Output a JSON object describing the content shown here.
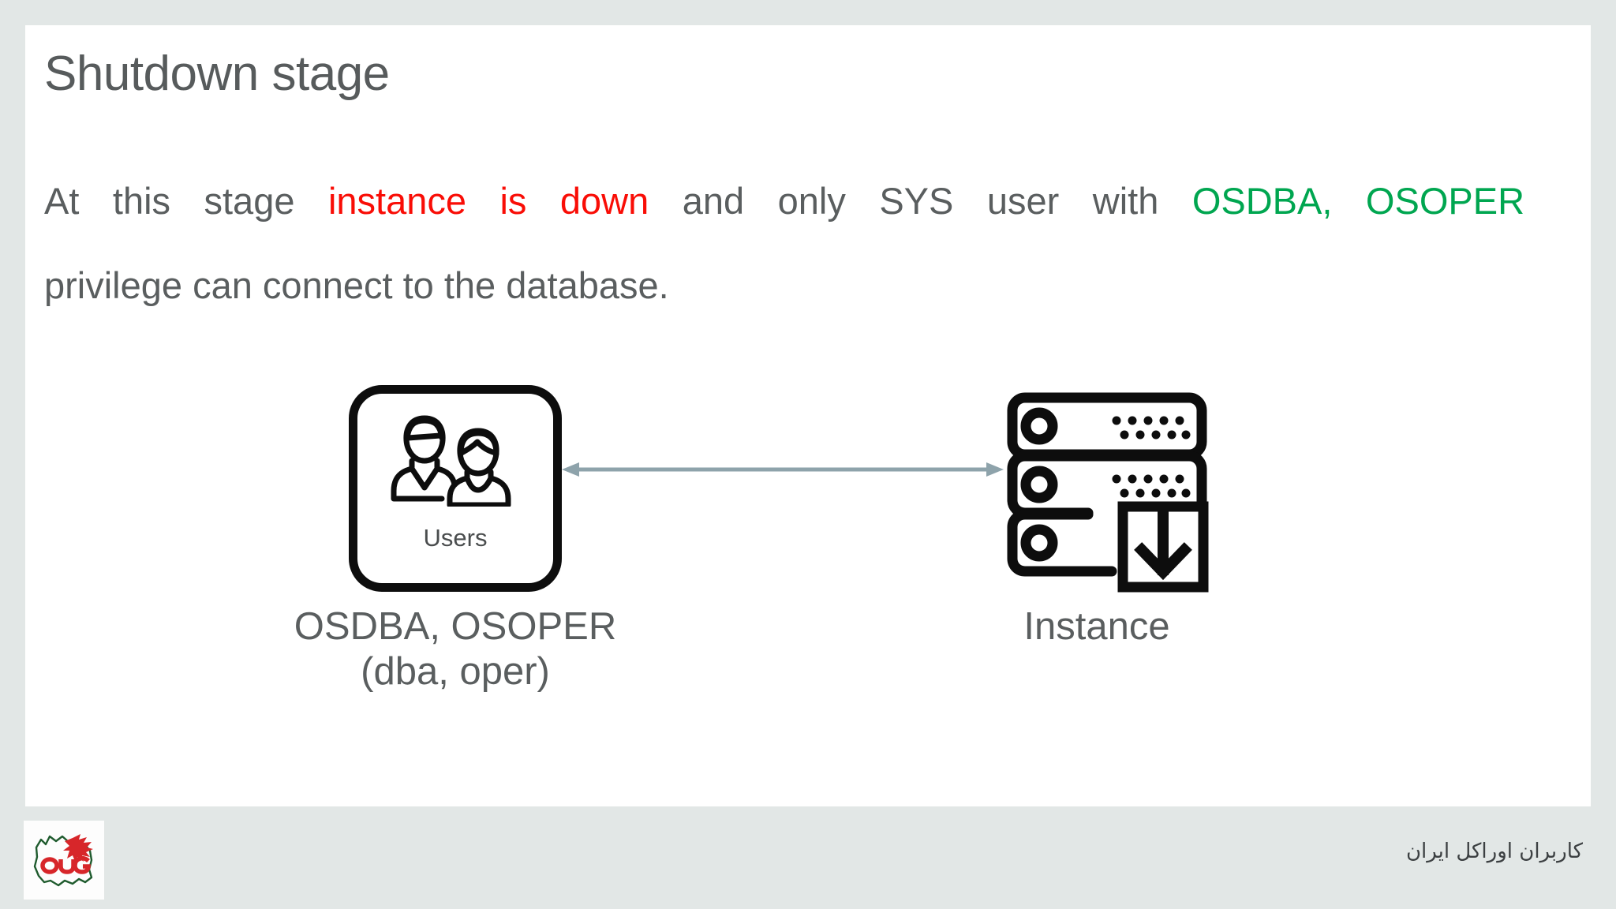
{
  "slide": {
    "title": "Shutdown stage",
    "background_outer": "#e2e7e6",
    "background_inner": "#ffffff",
    "text_color": "#5a5e5f",
    "accent_red": "#f90d06",
    "accent_green": "#00a650",
    "arrow_color": "#8ea3ab"
  },
  "body": {
    "seg1": "At this stage ",
    "seg2_red": "instance is down",
    "seg3": " and only SYS user with ",
    "seg4_green": "OSDBA",
    "seg5_green_comma": ",",
    "seg6": " ",
    "seg7_green": "OSOPER",
    "seg8": " privilege can connect to the database."
  },
  "diagram": {
    "users": {
      "icon": "two-users-icon",
      "caption": "Users",
      "sublabel": "OSDBA, OSOPER\n(dba, oper)"
    },
    "instance": {
      "icon": "server-rack-shutdown-icon",
      "label": "Instance"
    },
    "connector": {
      "icon": "double-headed-arrow-icon",
      "direction": "bidirectional"
    }
  },
  "footer": {
    "logo_alt": "oug-iran-logo",
    "logo_text": "OUG",
    "text": "کاربران اوراکل ایران"
  }
}
